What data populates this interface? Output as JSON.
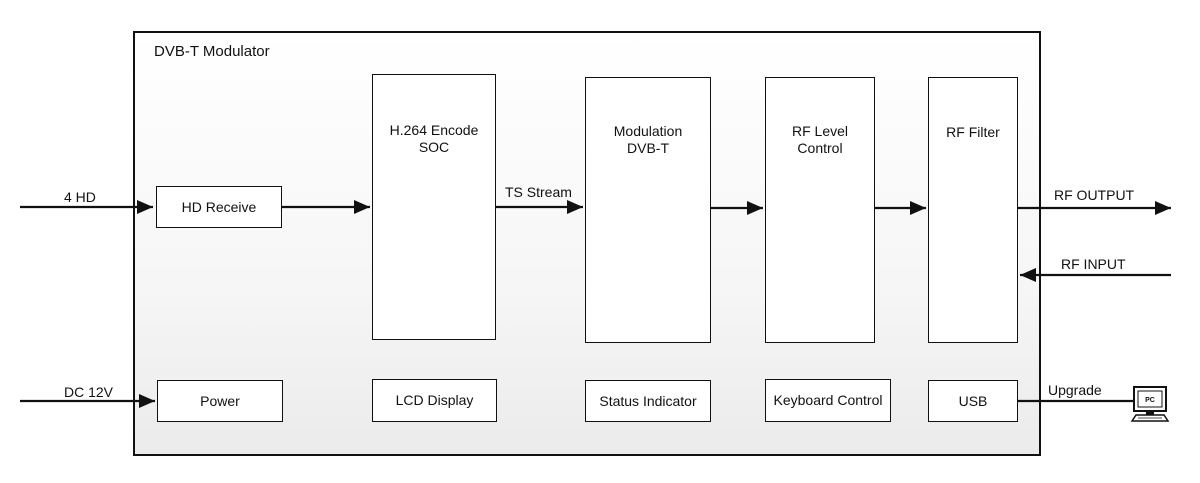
{
  "module_title": "DVB-T Modulator",
  "blocks": {
    "hd_receive": "HD Receive",
    "encoder": "H.264 Encode\nSOC",
    "modulation": "Modulation\nDVB-T",
    "rf_level": "RF Level\nControl",
    "rf_filter": "RF Filter",
    "power": "Power",
    "lcd": "LCD Display",
    "status": "Status Indicator",
    "keyboard": "Keyboard Control",
    "usb": "USB"
  },
  "labels": {
    "input_hd": "4  HD",
    "ts_stream": "TS Stream",
    "rf_output": "RF OUTPUT",
    "rf_input": "RF INPUT",
    "dc_12v": "DC 12V",
    "upgrade": "Upgrade",
    "pc": "PC"
  },
  "icons": [
    "pc-monitor-icon"
  ]
}
